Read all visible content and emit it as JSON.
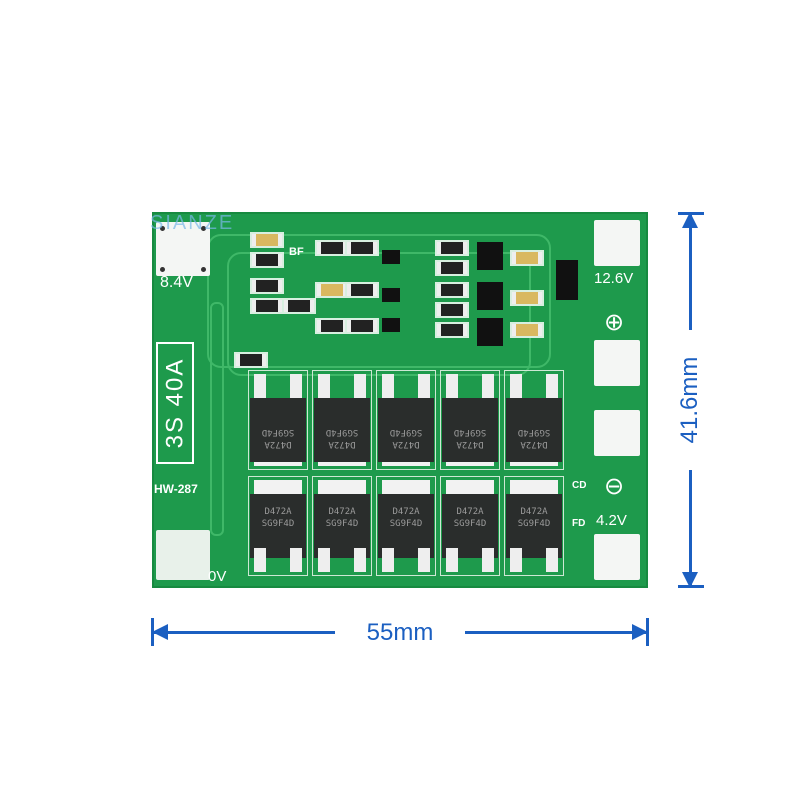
{
  "watermark": "SIANZE",
  "board": {
    "model": "HW-287",
    "rating": "3S 40A",
    "labels": {
      "v84": "8.4V",
      "v126": "12.6V",
      "v42": "4.2V",
      "v0": "0V",
      "bf": "BF",
      "cd": "CD",
      "fd": "FD",
      "plus": "⊕",
      "minus": "⊖"
    },
    "mosfet_marking": {
      "line1": "D472A",
      "line2": "SG9F4D"
    }
  },
  "dimensions": {
    "width": "55mm",
    "height": "41.6mm"
  },
  "colors": {
    "pcb": "#1e9a4c",
    "dimension": "#1b5fc1"
  }
}
